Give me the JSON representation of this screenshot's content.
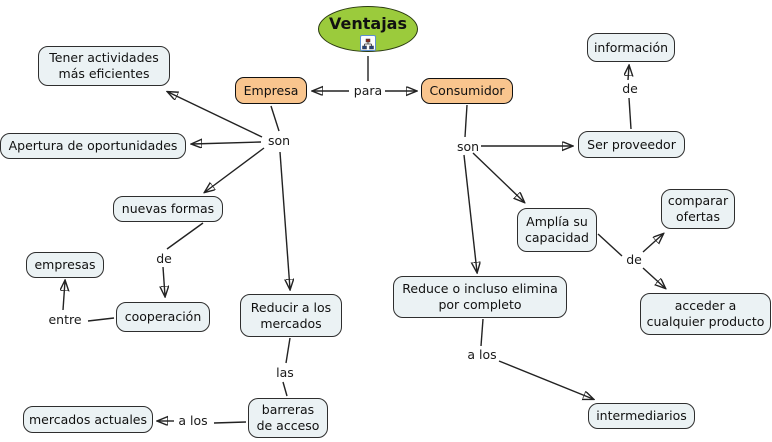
{
  "canvas": {
    "background": "#ffffff"
  },
  "root_node": {
    "label": "Ventajas",
    "fill": "#9bcb3c",
    "icon": "linked-cmap-icon"
  },
  "topic_nodes": [
    {
      "label": "Empresa",
      "fill": "#f9c58e"
    },
    {
      "label": "Consumidor",
      "fill": "#f9c58e"
    }
  ],
  "concept_nodes": [
    {
      "label": "Tener actividades\nmás eficientes"
    },
    {
      "label": "Apertura de oportunidades"
    },
    {
      "label": "nuevas formas"
    },
    {
      "label": "empresas"
    },
    {
      "label": "cooperación"
    },
    {
      "label": "Reducir a los\nmercados"
    },
    {
      "label": "barreras\nde acceso"
    },
    {
      "label": "mercados actuales"
    },
    {
      "label": "información"
    },
    {
      "label": "Ser proveedor"
    },
    {
      "label": "Amplía su\ncapacidad"
    },
    {
      "label": "comparar\nofertas"
    },
    {
      "label": "acceder a\ncualquier producto"
    },
    {
      "label": "Reduce o incluso elimina\npor completo"
    },
    {
      "label": "intermediarios"
    }
  ],
  "link_labels": [
    {
      "label": "para"
    },
    {
      "label": "son"
    },
    {
      "label": "de"
    },
    {
      "label": "entre"
    },
    {
      "label": "las"
    },
    {
      "label": "a los"
    },
    {
      "label": "son"
    },
    {
      "label": "de"
    },
    {
      "label": "de"
    },
    {
      "label": "a los"
    }
  ],
  "colors": {
    "concept_fill": "#ebf2f4",
    "concept_border": "#2e2e2e",
    "topic_fill": "#f9c58e",
    "root_fill": "#9bcb3c",
    "line": "#222222"
  }
}
